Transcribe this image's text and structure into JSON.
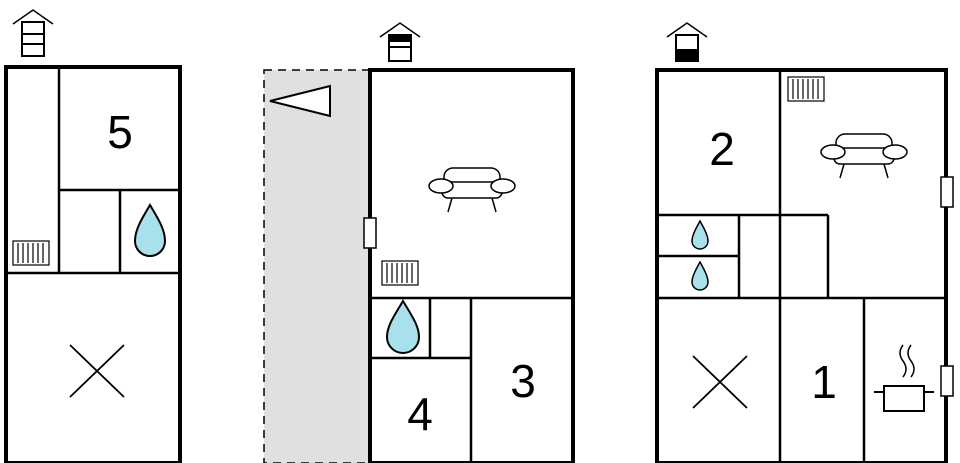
{
  "rooms": [
    {
      "id": "room-1",
      "label": "1"
    },
    {
      "id": "room-2",
      "label": "2"
    },
    {
      "id": "room-3",
      "label": "3"
    },
    {
      "id": "room-4",
      "label": "4"
    },
    {
      "id": "room-5",
      "label": "5"
    }
  ],
  "icons": {
    "floor_marker": "house-floor-icon",
    "sofa": "sofa-icon",
    "radiator": "radiator-icon",
    "water": "water-drop-icon",
    "bed": "bed-cross-icon",
    "kitchen": "cooking-pot-icon",
    "terrace": "terrace-pointer-icon"
  },
  "colors": {
    "water": "#a8e0ec",
    "terrace": "#e0e0e0",
    "wall": "#000000"
  }
}
